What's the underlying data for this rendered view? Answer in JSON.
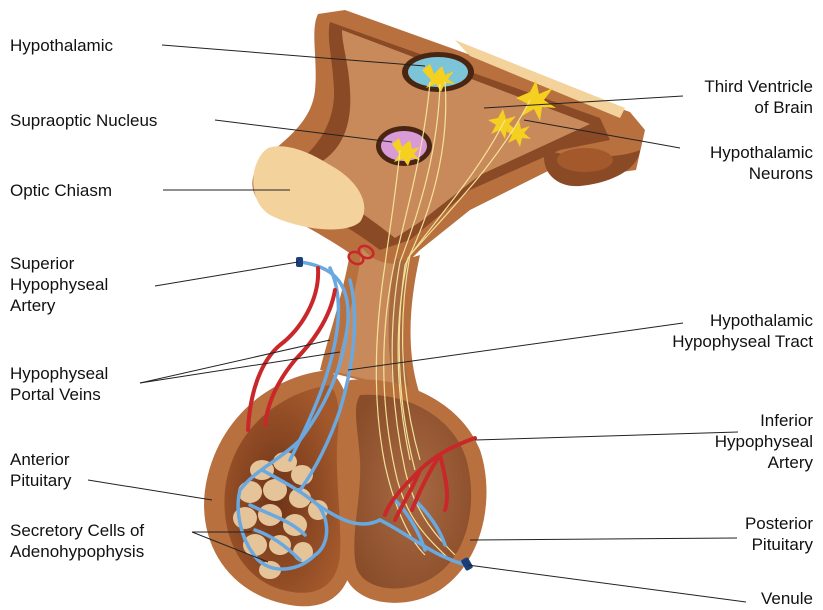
{
  "labels": {
    "hypothalamic": "Hypothalamic",
    "supraoptic_nucleus": "Supraoptic Nucleus",
    "optic_chiasm": "Optic Chiasm",
    "superior_hypophyseal_artery": [
      "Superior",
      "Hypophyseal",
      "Artery"
    ],
    "hypophyseal_portal_veins": [
      "Hypophyseal",
      "Portal Veins"
    ],
    "anterior_pituitary": [
      "Anterior",
      "Pituitary"
    ],
    "secretory_cells": [
      "Secretory Cells of",
      "Adenohypophysis"
    ],
    "third_ventricle": [
      "Third Ventricle",
      "of Brain"
    ],
    "hypothalamic_neurons": [
      "Hypothalamic",
      "Neurons"
    ],
    "hypothalamic_hypophyseal_tract": [
      "Hypothalamic",
      "Hypophyseal Tract"
    ],
    "inferior_hypophyseal_artery": [
      "Inferior",
      "Hypophyseal",
      "Artery"
    ],
    "posterior_pituitary": [
      "Posterior",
      "Pituitary"
    ],
    "venule": "Venule"
  },
  "colors": {
    "tissue_outer": "#b8703f",
    "tissue_dark": "#7a3f1f",
    "tissue_mid": "#c98a5b",
    "tissue_light": "#f3d29c",
    "vein_blue": "#6aa8e0",
    "artery_red": "#c8282a",
    "nerve_yellow": "#f7e89a",
    "neuron_yellow": "#f5d020",
    "nucleus_blue": "#7cc4d8",
    "nucleus_pink": "#d99ad8",
    "cell_tan": "#e6c49a"
  }
}
